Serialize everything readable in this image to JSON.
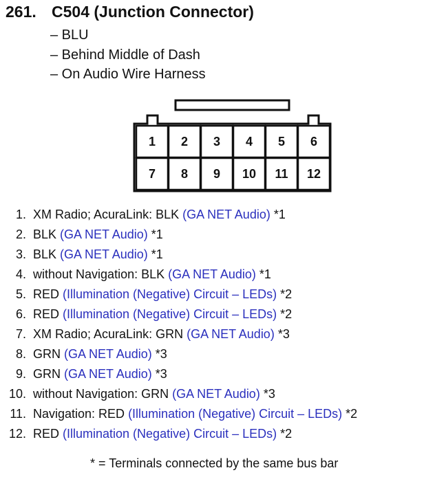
{
  "header": {
    "number": "261.",
    "title": "C504 (Junction Connector)"
  },
  "notes": [
    "– BLU",
    "– Behind Middle of Dash",
    "– On Audio Wire Harness"
  ],
  "connector": {
    "rows": [
      [
        "1",
        "2",
        "3",
        "4",
        "5",
        "6"
      ],
      [
        "7",
        "8",
        "9",
        "10",
        "11",
        "12"
      ]
    ]
  },
  "pins": [
    {
      "n": "1.",
      "pre": "XM Radio; AcuraLink: BLK ",
      "circuit": "(GA NET Audio)",
      "post": " *1"
    },
    {
      "n": "2.",
      "pre": "BLK ",
      "circuit": "(GA NET Audio)",
      "post": " *1"
    },
    {
      "n": "3.",
      "pre": "BLK ",
      "circuit": "(GA NET Audio)",
      "post": " *1"
    },
    {
      "n": "4.",
      "pre": "without Navigation: BLK ",
      "circuit": "(GA NET Audio)",
      "post": " *1"
    },
    {
      "n": "5.",
      "pre": "RED ",
      "circuit": "(Illumination (Negative) Circuit – LEDs)",
      "post": " *2"
    },
    {
      "n": "6.",
      "pre": "RED ",
      "circuit": "(Illumination (Negative) Circuit – LEDs)",
      "post": " *2"
    },
    {
      "n": "7.",
      "pre": "XM Radio; AcuraLink: GRN ",
      "circuit": "(GA NET Audio)",
      "post": " *3"
    },
    {
      "n": "8.",
      "pre": "GRN ",
      "circuit": "(GA NET Audio)",
      "post": " *3"
    },
    {
      "n": "9.",
      "pre": "GRN ",
      "circuit": "(GA NET Audio)",
      "post": " *3"
    },
    {
      "n": "10.",
      "pre": "without Navigation: GRN ",
      "circuit": "(GA NET Audio)",
      "post": " *3"
    },
    {
      "n": "11.",
      "pre": "Navigation: RED ",
      "circuit": "(Illumination (Negative) Circuit – LEDs)",
      "post": " *2"
    },
    {
      "n": "12.",
      "pre": "RED ",
      "circuit": "(Illumination (Negative) Circuit – LEDs)",
      "post": " *2"
    }
  ],
  "footnote": "* = Terminals connected by the same bus bar",
  "colors": {
    "circuit_text": "#2a2fbd"
  }
}
